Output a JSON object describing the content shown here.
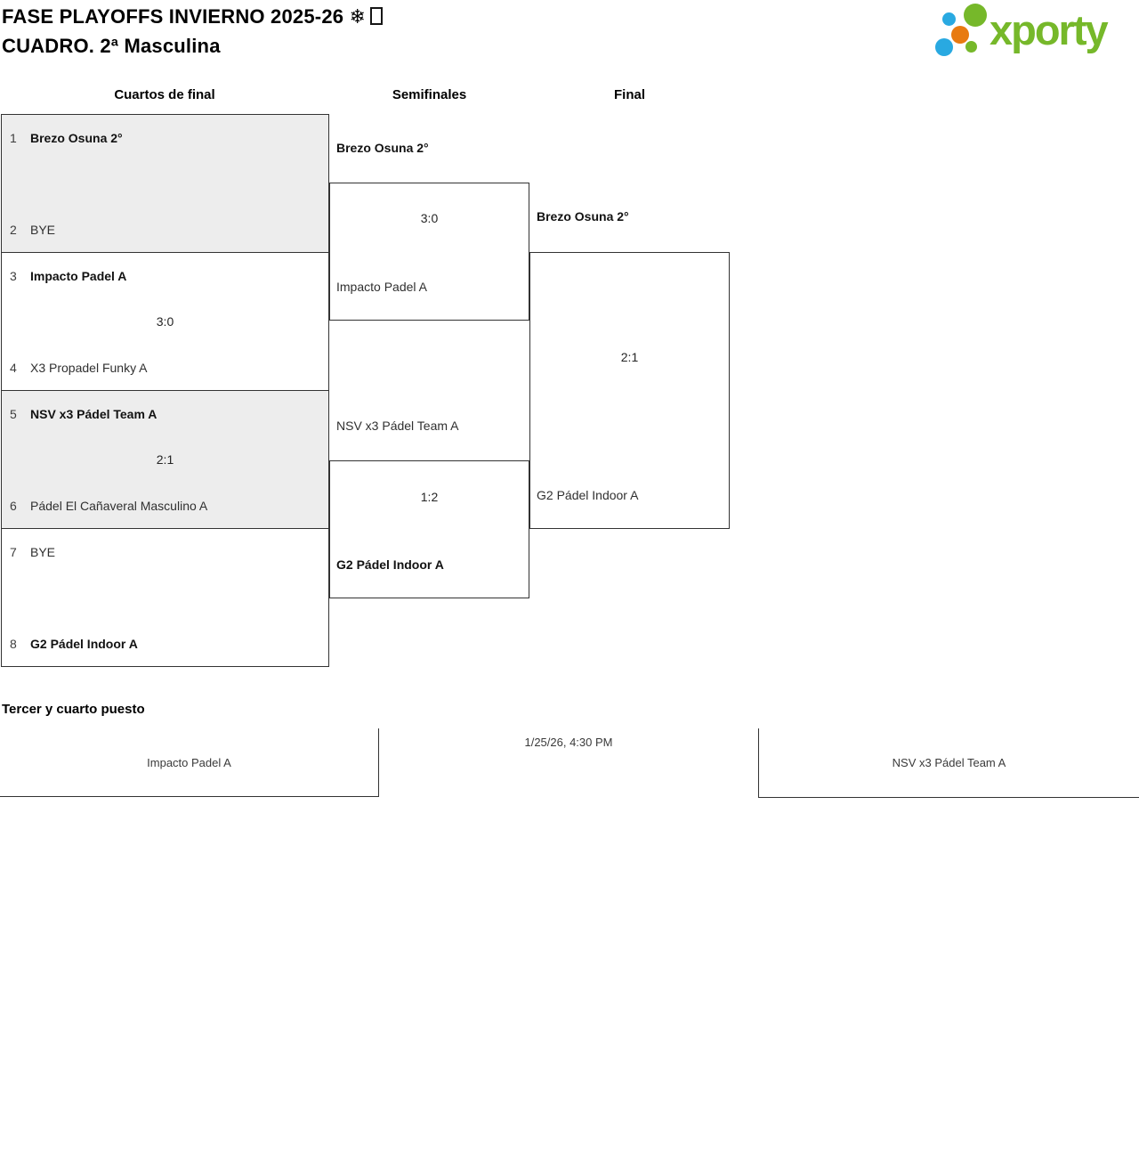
{
  "header": {
    "title_line1": "FASE PLAYOFFS INVIERNO 2025-26 ❄",
    "title_line2": "CUADRO. 2ª Masculina"
  },
  "logo": {
    "text": "xporty"
  },
  "colors": {
    "logo_green": "#76b82a",
    "logo_blue": "#29a9e1",
    "logo_orange": "#e87a10",
    "row_alt_bg": "#ededed",
    "line": "#333333"
  },
  "columns": {
    "quarterfinals": "Cuartos de final",
    "semifinals": "Semifinales",
    "final": "Final"
  },
  "bracket": {
    "quarterfinals": [
      {
        "seed_top": "1",
        "team_top": "Brezo Osuna 2°",
        "seed_bottom": "2",
        "team_bottom": "BYE",
        "score": ""
      },
      {
        "seed_top": "3",
        "team_top": "Impacto Padel A",
        "seed_bottom": "4",
        "team_bottom": "X3 Propadel Funky A",
        "score": "3:0"
      },
      {
        "seed_top": "5",
        "team_top": "NSV x3 Pádel Team A",
        "seed_bottom": "6",
        "team_bottom": "Pádel El Cañaveral Masculino A",
        "score": "2:1"
      },
      {
        "seed_top": "7",
        "team_top": "BYE",
        "seed_bottom": "8",
        "team_bottom": "G2 Pádel Indoor A",
        "score": ""
      }
    ],
    "semifinals": [
      {
        "team_top": "Brezo Osuna 2°",
        "team_bottom": "Impacto Padel A",
        "score": "3:0"
      },
      {
        "team_top": "NSV x3 Pádel Team A",
        "team_bottom": "G2 Pádel Indoor A",
        "score": "1:2"
      }
    ],
    "final": {
      "team_top": "Brezo Osuna 2°",
      "team_bottom": "G2 Pádel Indoor A",
      "score": "2:1"
    }
  },
  "third_place": {
    "heading": "Tercer y cuarto puesto",
    "left_team": "Impacto Padel A",
    "datetime": "1/25/26, 4:30 PM",
    "right_team": "NSV x3 Pádel Team A"
  }
}
